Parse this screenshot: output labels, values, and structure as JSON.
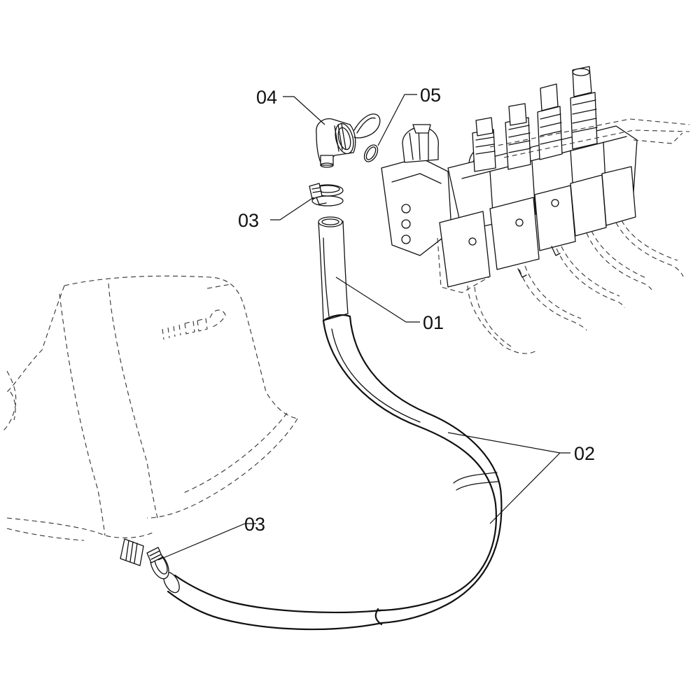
{
  "callouts": {
    "c01": "01",
    "c02": "02",
    "c03_top": "03",
    "c03_bottom": "03",
    "c04": "04",
    "c05": "05"
  }
}
